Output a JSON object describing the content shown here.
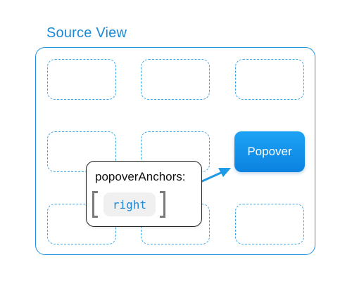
{
  "title": "Source View",
  "popover": {
    "label": "Popover"
  },
  "code": {
    "property": "popoverAnchors:",
    "value": "right"
  },
  "colors": {
    "accent": "#1a8ad9",
    "popover_fill": "#0b82e0",
    "cell_border": "#3aa6e8",
    "bracket": "#7a7a7a",
    "chip_background": "#f0f0f0"
  }
}
